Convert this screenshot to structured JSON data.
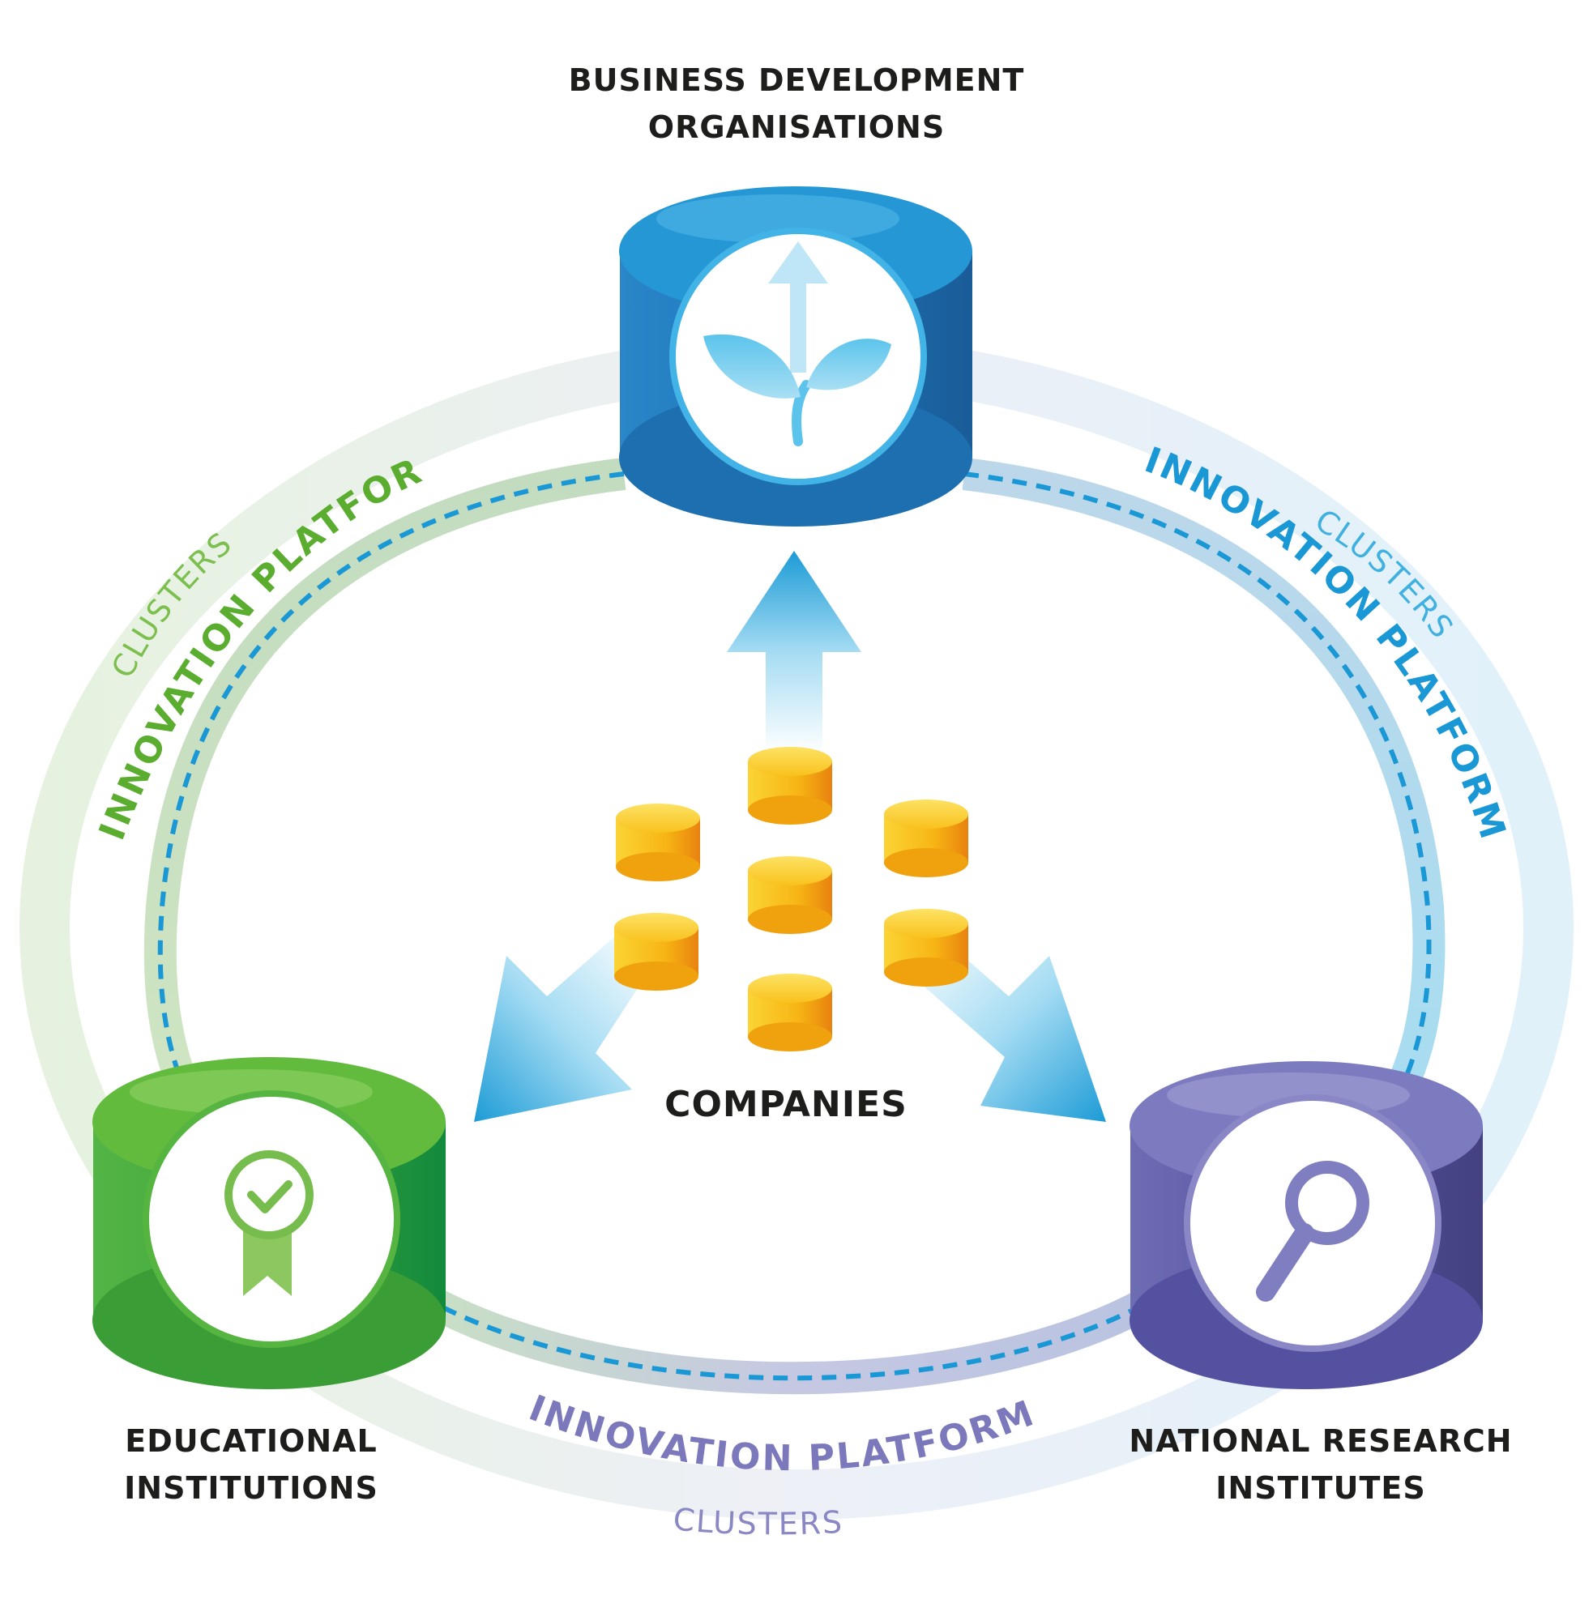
{
  "nodes": {
    "business": {
      "line1": "BUSINESS DEVELOPMENT",
      "line2": "ORGANISATIONS",
      "color": "#1f7fc6",
      "icon": "growing-plant-icon"
    },
    "education": {
      "line1": "EDUCATIONAL",
      "line2": "INSTITUTIONS",
      "color": "#4caf32",
      "icon": "award-ribbon-check-icon"
    },
    "research": {
      "line1": "NATIONAL RESEARCH",
      "line2": "INSTITUTES",
      "color": "#5a57a6",
      "icon": "magnifying-glass-icon"
    },
    "companies": {
      "label": "COMPANIES",
      "color": "#f6b10f",
      "icon": "coin-stack-icon"
    }
  },
  "links": {
    "left": {
      "platforms": "INNOVATION PLATFORMS",
      "clusters": "CLUSTERS",
      "color": "#5aad2f"
    },
    "right": {
      "platforms": "INNOVATION PLATFORMS",
      "clusters": "CLUSTERS",
      "color": "#1a97d5"
    },
    "bottom": {
      "platforms": "INNOVATION PLATFORMS",
      "clusters": "CLUSTERS",
      "color": "#7b79bb"
    }
  }
}
